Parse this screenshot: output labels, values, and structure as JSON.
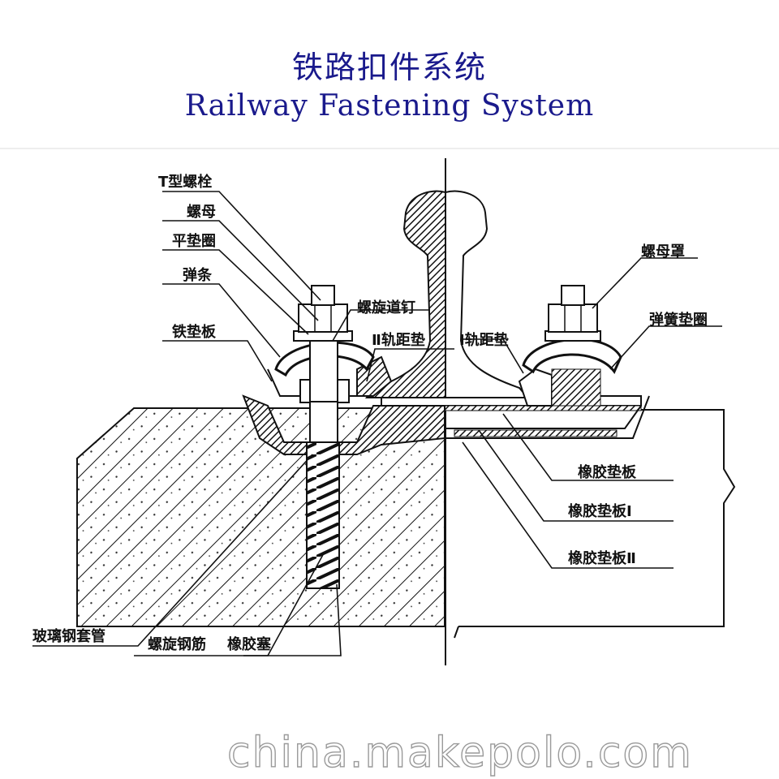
{
  "title": {
    "chinese": "铁路扣件系统",
    "english": "Railway Fastening System"
  },
  "labels": {
    "t_bolt": "T型螺栓",
    "nut": "螺母",
    "flat_washer": "平垫圈",
    "spring_clip": "弹条",
    "iron_base_plate": "铁垫板",
    "screw_spike": "螺旋道钉",
    "gauge_block_left": "Ⅱ轨距垫",
    "gauge_block_right": "Ⅰ轨距垫",
    "nut_cap": "螺母罩",
    "spring_washer": "弹簧垫圈",
    "rubber_pad": "橡胶垫板",
    "rubber_pad_1": "橡胶垫板Ⅰ",
    "rubber_pad_2": "橡胶垫板Ⅱ",
    "glass_fiber_sleeve": "玻璃钢套管",
    "spiral_steel_bar": "螺旋钢筋",
    "rubber_plug": "橡胶塞"
  },
  "watermark": "china.makepolo.com",
  "colors": {
    "title": "#1a1a8c",
    "ink": "#111111",
    "watermark_outline": "#9a9a9a"
  }
}
